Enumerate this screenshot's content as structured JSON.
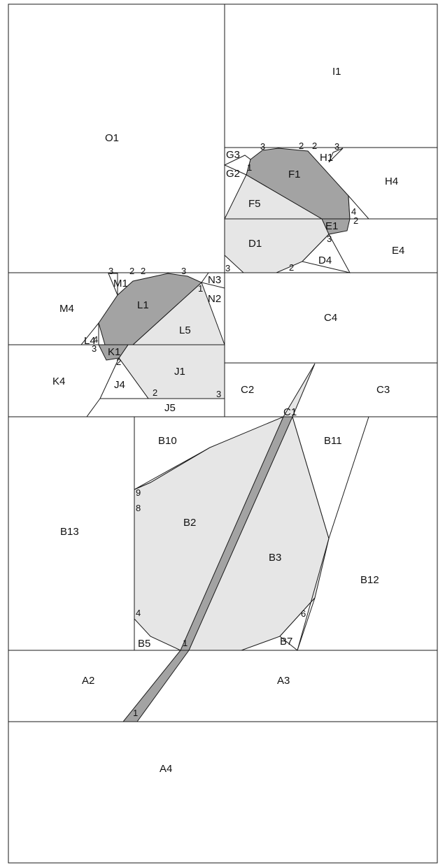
{
  "labels": {
    "O1": "O1",
    "I1": "I1",
    "H4": "H4",
    "F1": "F1",
    "F5": "F5",
    "G2": "G2",
    "G3": "G3",
    "H1": "H1",
    "D1": "D1",
    "D4": "D4",
    "E1": "E1",
    "E4": "E4",
    "M4": "M4",
    "M1": "M1",
    "L1": "L1",
    "L5": "L5",
    "N2": "N2",
    "N3": "N3",
    "C4": "C4",
    "K4": "K4",
    "K1": "K1",
    "L4": "L4",
    "J1": "J1",
    "J4": "J4",
    "J5": "J5",
    "C2": "C2",
    "C3": "C3",
    "C1": "C1",
    "B10": "B10",
    "B11": "B11",
    "B13": "B13",
    "B2": "B2",
    "B3": "B3",
    "B12": "B12",
    "B5": "B5",
    "B7": "B7",
    "A2": "A2",
    "A3": "A3",
    "A4": "A4"
  },
  "small_numbers": {
    "fg_3a": "3",
    "fg_2a": "2",
    "fg_2b": "2",
    "fg_3b": "3",
    "fg_1": "1",
    "e_4": "4",
    "e_2": "2",
    "e_3": "3",
    "d_2": "2",
    "d_3": "3",
    "m_3a": "3",
    "m_2a": "2",
    "m_2b": "2",
    "m_3b": "3",
    "n_1": "1",
    "k_4": "4",
    "k_3": "3",
    "k_2": "2",
    "j_2": "2",
    "j_3": "3",
    "b_9": "9",
    "b_8": "8",
    "b_4": "4",
    "b_1": "1",
    "b_6": "6",
    "a_1": "1"
  }
}
